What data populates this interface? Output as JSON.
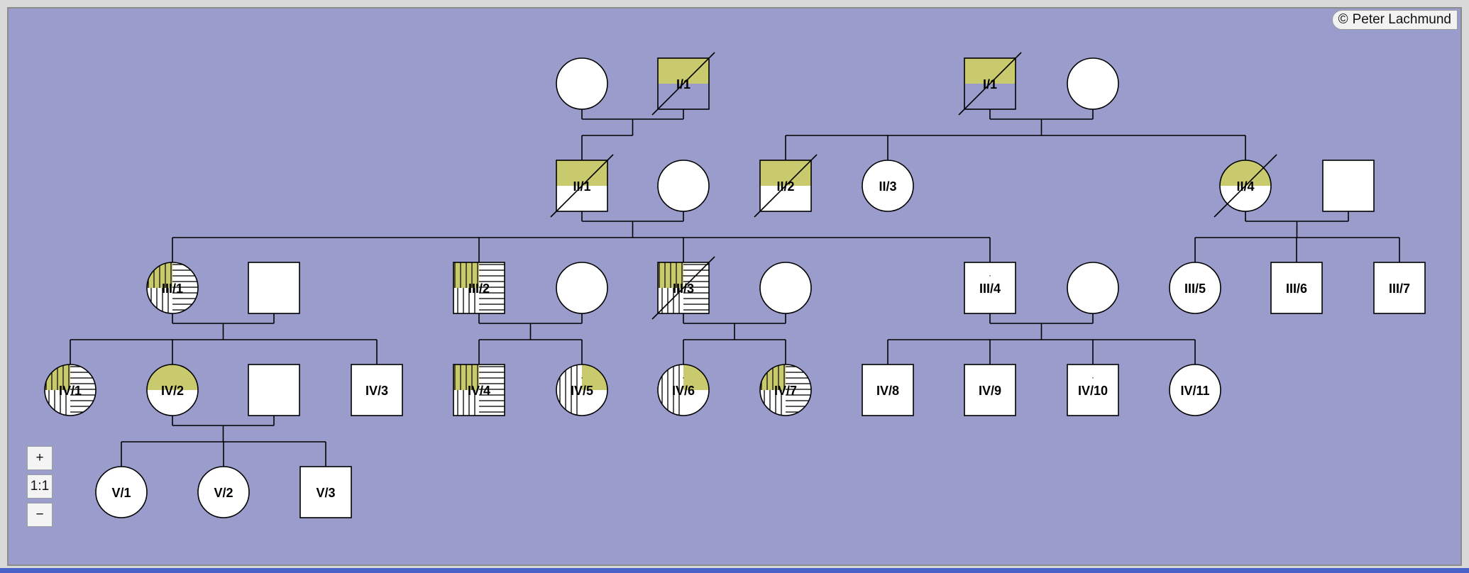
{
  "credit": {
    "symbol": "©",
    "text": "Peter Lachmund"
  },
  "zoom": {
    "in_label": "+",
    "reset_label": "1:1",
    "out_label": "−"
  },
  "colors": {
    "background": "#9a9ccc",
    "trait_yellow": "#c9c96e",
    "trait_blue": "#9a9ccc",
    "fill_white": "#ffffff",
    "line": "#000000"
  },
  "individuals": [
    {
      "id": "I-1-left-female",
      "label": "",
      "sex": "female",
      "fill": "white",
      "deceased": false
    },
    {
      "id": "I/1-a",
      "label": "I/1",
      "sex": "male",
      "fill": "yellow-blue",
      "deceased": true
    },
    {
      "id": "I/1-b",
      "label": "I/1",
      "sex": "male",
      "fill": "yellow-blue",
      "deceased": true
    },
    {
      "id": "I-right-female",
      "label": "",
      "sex": "female",
      "fill": "white",
      "deceased": false
    },
    {
      "id": "II/1",
      "label": "II/1",
      "sex": "male",
      "fill": "yellow-top",
      "deceased": true
    },
    {
      "id": "II-1-spouse",
      "label": "",
      "sex": "female",
      "fill": "white",
      "deceased": false
    },
    {
      "id": "II/2",
      "label": "II/2",
      "sex": "male",
      "fill": "yellow-top",
      "deceased": true
    },
    {
      "id": "II/3",
      "label": "II/3",
      "sex": "female",
      "fill": "white",
      "deceased": false
    },
    {
      "id": "II/4",
      "label": "II/4",
      "sex": "female",
      "fill": "yellow-top",
      "deceased": true
    },
    {
      "id": "II-4-spouse",
      "label": "",
      "sex": "male",
      "fill": "white",
      "deceased": false
    },
    {
      "id": "III/1",
      "label": "III/1",
      "sex": "female",
      "fill": "mixed",
      "deceased": false
    },
    {
      "id": "III-1-spouse",
      "label": "",
      "sex": "male",
      "fill": "white",
      "deceased": false
    },
    {
      "id": "III/2",
      "label": "III/2",
      "sex": "male",
      "fill": "mixed",
      "deceased": false
    },
    {
      "id": "III-2-spouse",
      "label": "",
      "sex": "female",
      "fill": "white",
      "deceased": false
    },
    {
      "id": "III/3",
      "label": "III/3",
      "sex": "male",
      "fill": "mixed",
      "deceased": true,
      "star": true
    },
    {
      "id": "III-3-spouse",
      "label": "",
      "sex": "female",
      "fill": "white",
      "deceased": false
    },
    {
      "id": "III/4",
      "label": "III/4",
      "sex": "male",
      "fill": "white",
      "deceased": false,
      "star": true
    },
    {
      "id": "III-4-spouse",
      "label": "",
      "sex": "female",
      "fill": "white",
      "deceased": false
    },
    {
      "id": "III/5",
      "label": "III/5",
      "sex": "female",
      "fill": "white",
      "deceased": false
    },
    {
      "id": "III/6",
      "label": "III/6",
      "sex": "male",
      "fill": "white",
      "deceased": false
    },
    {
      "id": "III/7",
      "label": "III/7",
      "sex": "male",
      "fill": "white",
      "deceased": false
    },
    {
      "id": "IV/1",
      "label": "IV/1",
      "sex": "female",
      "fill": "mixed",
      "deceased": false
    },
    {
      "id": "IV/2",
      "label": "IV/2",
      "sex": "female",
      "fill": "yellow-top",
      "deceased": false
    },
    {
      "id": "IV-2-spouse",
      "label": "",
      "sex": "male",
      "fill": "white",
      "deceased": false
    },
    {
      "id": "IV/3",
      "label": "IV/3",
      "sex": "male",
      "fill": "white",
      "deceased": false
    },
    {
      "id": "IV/4",
      "label": "IV/4",
      "sex": "male",
      "fill": "mixed",
      "deceased": false
    },
    {
      "id": "IV/5",
      "label": "IV/5",
      "sex": "female",
      "fill": "yellow-vert",
      "deceased": false,
      "star": true
    },
    {
      "id": "IV/6",
      "label": "IV/6",
      "sex": "female",
      "fill": "yellow-vert",
      "deceased": false,
      "star": true
    },
    {
      "id": "IV/7",
      "label": "IV/7",
      "sex": "female",
      "fill": "mixed",
      "deceased": false
    },
    {
      "id": "IV/8",
      "label": "IV/8",
      "sex": "male",
      "fill": "white",
      "deceased": false
    },
    {
      "id": "IV/9",
      "label": "IV/9",
      "sex": "male",
      "fill": "white",
      "deceased": false
    },
    {
      "id": "IV/10",
      "label": "IV/10",
      "sex": "male",
      "fill": "white",
      "deceased": false,
      "star": true
    },
    {
      "id": "IV/11",
      "label": "IV/11",
      "sex": "female",
      "fill": "white",
      "deceased": false
    },
    {
      "id": "V/1",
      "label": "V/1",
      "sex": "female",
      "fill": "white",
      "deceased": false
    },
    {
      "id": "V/2",
      "label": "V/2",
      "sex": "female",
      "fill": "white",
      "deceased": false
    },
    {
      "id": "V/3",
      "label": "V/3",
      "sex": "male",
      "fill": "white",
      "deceased": false
    }
  ]
}
